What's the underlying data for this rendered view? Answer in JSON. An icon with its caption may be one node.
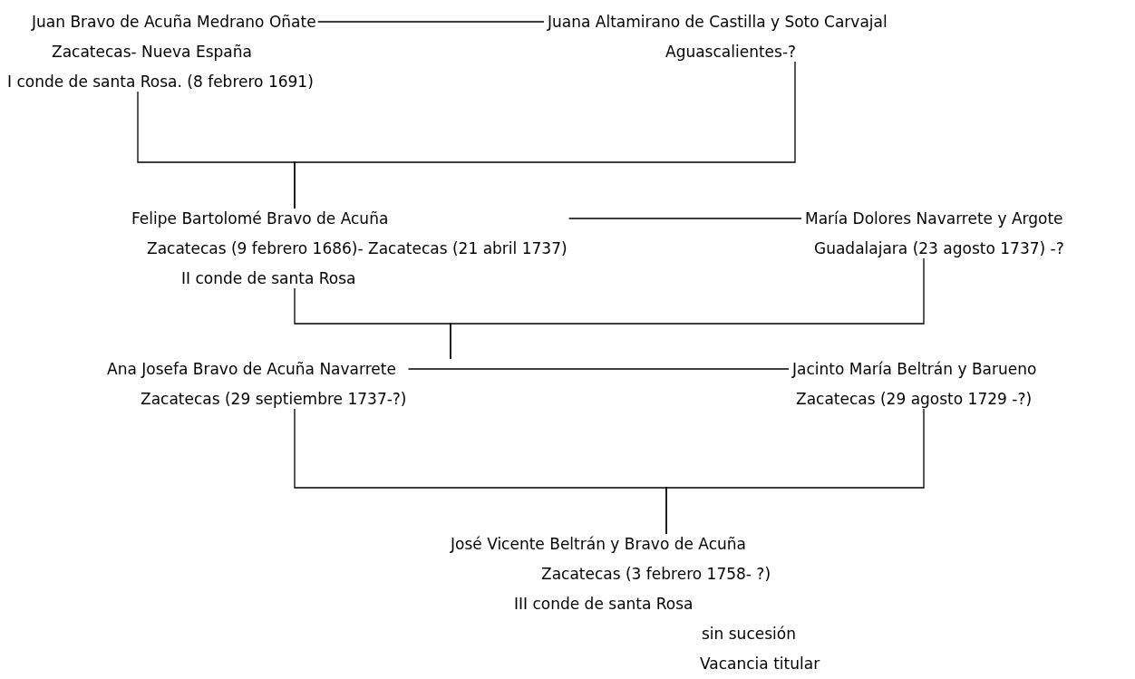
{
  "diagram": {
    "nodes": [
      {
        "text": [
          "Juan Bravo de Acuña Medrano Oñate",
          "Zacatecas- Nueva España",
          "I conde de santa Rosa. (8 febrero 1691)"
        ]
      },
      {
        "text": [
          "Juana Altamirano de Castilla y Soto Carvajal",
          "Aguascalientes-?"
        ]
      },
      {
        "text": [
          "Felipe Bartolomé Bravo de Acuña",
          "Zacatecas (9 febrero 1686)- Zacatecas (21 abril 1737)",
          "II conde de santa Rosa"
        ]
      },
      {
        "text": [
          "María Dolores Navarrete y Argote",
          "Guadalajara (23 agosto 1737) -?"
        ]
      },
      {
        "text": [
          "Ana Josefa Bravo de Acuña Navarrete",
          "Zacatecas (29 septiembre 1737-?)"
        ]
      },
      {
        "text": [
          "Jacinto María Beltrán y Barueno",
          "Zacatecas (29 agosto 1729 -?)"
        ]
      },
      {
        "text": [
          "José Vicente Beltrán y Bravo de Acuña",
          "Zacatecas (3 febrero 1758- ?)",
          "III conde de santa Rosa",
          "sin sucesión",
          "Vacancia titular"
        ]
      }
    ],
    "edges": [
      {
        "from": 0,
        "to": 1,
        "arrow": "none"
      },
      {
        "from": 0,
        "to": 2,
        "arrow": "none"
      },
      {
        "from": 1,
        "to": 2,
        "arrow": "none"
      },
      {
        "from": 2,
        "to": 3,
        "arrow": "none"
      },
      {
        "from": 2,
        "to": 4,
        "arrow": "none"
      },
      {
        "from": 3,
        "to": 4,
        "arrow": "none"
      },
      {
        "from": 4,
        "to": 5,
        "arrow": "none"
      },
      {
        "from": 4,
        "to": 6,
        "arrow": "none"
      },
      {
        "from": 5,
        "to": 6,
        "arrow": "none"
      }
    ]
  }
}
